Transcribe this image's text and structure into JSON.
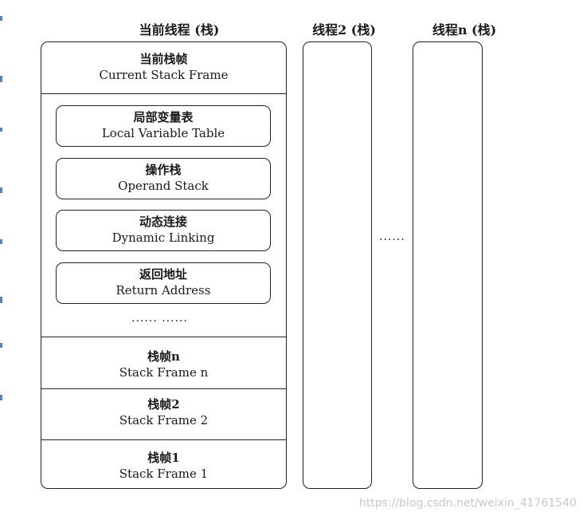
{
  "titles": {
    "current_thread": "当前线程 (栈)",
    "thread2": "线程2 (栈)",
    "threadn": "线程n (栈)"
  },
  "current_frame": {
    "cn": "当前栈帧",
    "en": "Current Stack Frame"
  },
  "items": [
    {
      "cn": "局部变量表",
      "en": "Local Variable Table"
    },
    {
      "cn": "操作栈",
      "en": "Operand Stack"
    },
    {
      "cn": "动态连接",
      "en": "Dynamic Linking"
    },
    {
      "cn": "返回地址",
      "en": "Return Address"
    }
  ],
  "inner_ellipsis": "...... ......",
  "frames": [
    {
      "cn": "栈帧n",
      "en": "Stack Frame n"
    },
    {
      "cn": "栈帧2",
      "en": "Stack Frame 2"
    },
    {
      "cn": "栈帧1",
      "en": "Stack Frame 1"
    }
  ],
  "between_ellipsis": "......",
  "watermark": "https://blog.csdn.net/weixin_41761540"
}
